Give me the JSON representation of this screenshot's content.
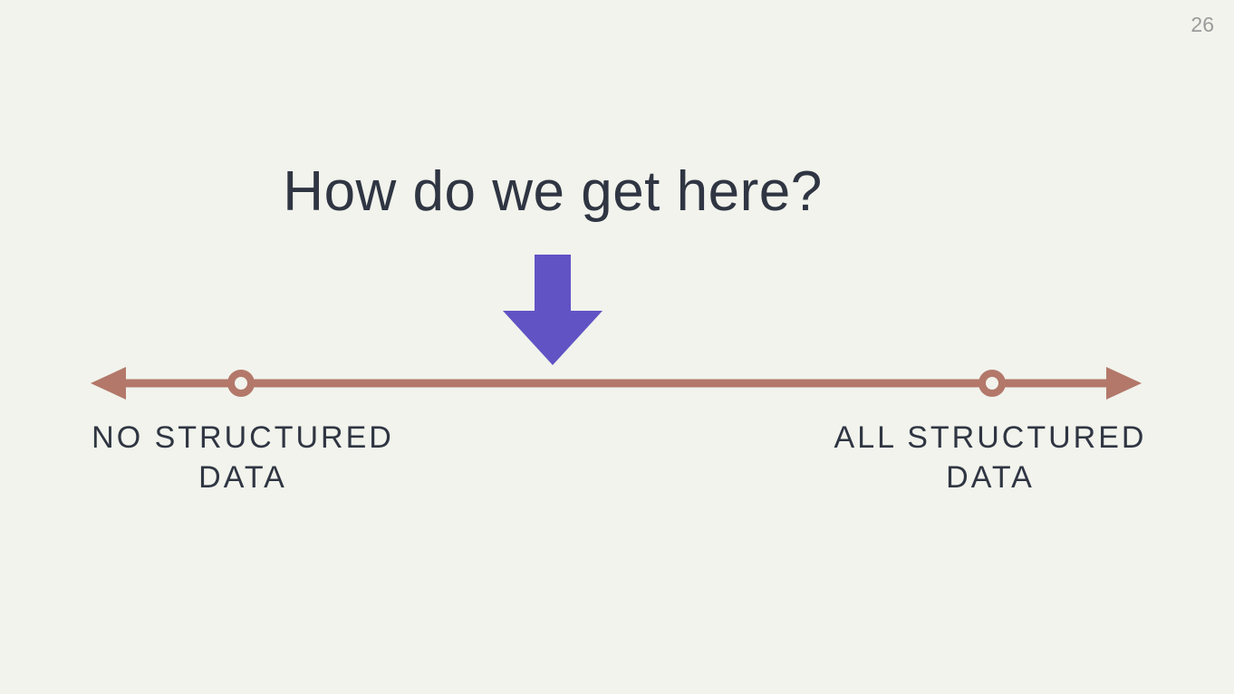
{
  "slide": {
    "page_number": "26",
    "title": "How do we get here?",
    "spectrum": {
      "left_label": {
        "line1": "NO STRUCTURED",
        "line2": "DATA"
      },
      "right_label": {
        "line1": "ALL STRUCTURED",
        "line2": "DATA"
      }
    },
    "colors": {
      "background": "#f1f3ec",
      "text": "#2f3542",
      "page_number": "#9b9b9b",
      "arrow_purple": "#6153c4",
      "line_terracotta": "#b3786a"
    }
  }
}
